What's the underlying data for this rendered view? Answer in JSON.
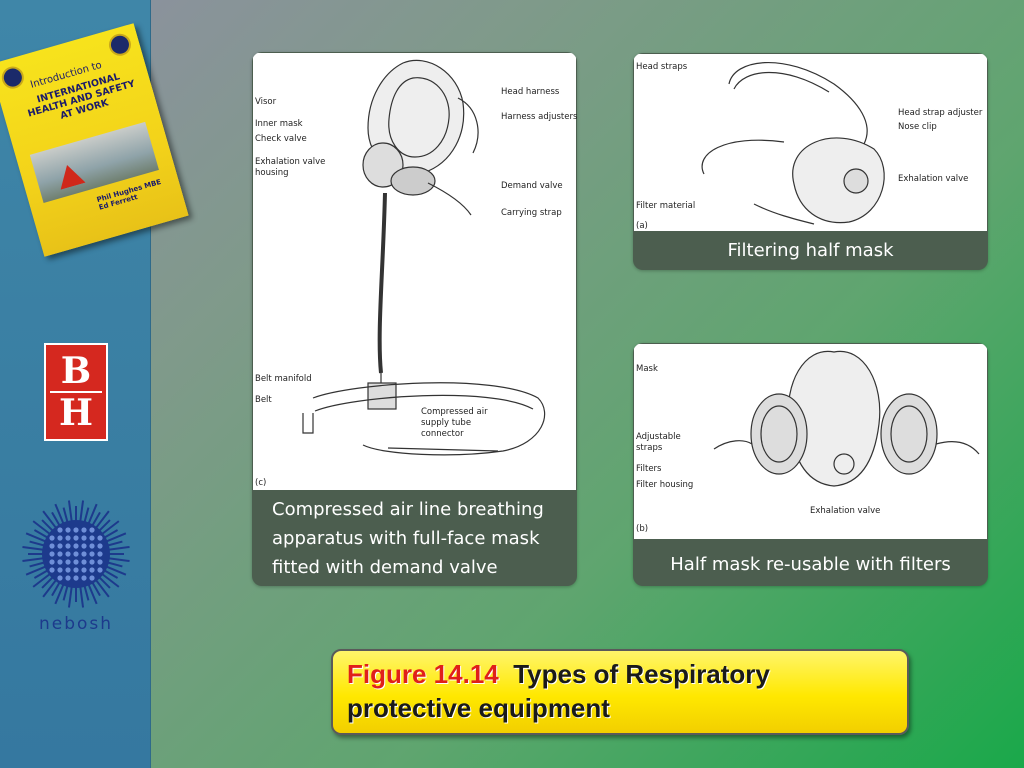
{
  "sidebar": {
    "book": {
      "intro": "Introduction to",
      "title_lines": [
        "INTERNATIONAL",
        "HEALTH AND SAFETY",
        "AT WORK"
      ],
      "authors": [
        "Phil Hughes MBE",
        "Ed Ferrett"
      ]
    },
    "bh_logo": {
      "top": "B",
      "bottom": "H"
    },
    "nebosh_label": "nebosh"
  },
  "panels": {
    "compressed_air": {
      "caption": "Compressed air line breathing apparatus with full-face mask fitted with demand valve",
      "labels": {
        "visor": "Visor",
        "inner_mask": "Inner mask",
        "check_valve": "Check valve",
        "exhalation_housing_1": "Exhalation valve",
        "exhalation_housing_2": "housing",
        "head_harness": "Head harness",
        "harness_adjusters": "Harness adjusters",
        "demand_valve": "Demand valve",
        "carrying_strap": "Carrying strap",
        "belt_manifold": "Belt manifold",
        "belt": "Belt",
        "supply_1": "Compressed air",
        "supply_2": "supply tube",
        "supply_3": "connector",
        "part": "(c)"
      }
    },
    "filtering_half_mask": {
      "caption": "Filtering half mask",
      "labels": {
        "head_straps": "Head straps",
        "head_strap_adjuster": "Head strap adjuster",
        "nose_clip": "Nose clip",
        "exhalation_valve": "Exhalation valve",
        "filter_material": "Filter material",
        "part": "(a)"
      }
    },
    "reusable_half_mask": {
      "caption": "Half mask re-usable with filters",
      "labels": {
        "mask": "Mask",
        "adjustable_1": "Adjustable",
        "adjustable_2": "straps",
        "filters": "Filters",
        "filter_housing": "Filter housing",
        "exhalation_valve": "Exhalation valve",
        "part": "(b)"
      }
    }
  },
  "figure": {
    "number": "Figure 14.14",
    "title": "Types of Respiratory protective equipment"
  },
  "colors": {
    "sidebar": "#3a7fa3",
    "card": "#4c5e4f",
    "title_box": "#ffe800",
    "figure_number": "#e0201a",
    "bh_red": "#d5281f",
    "nebosh_blue": "#1d3a8c"
  }
}
